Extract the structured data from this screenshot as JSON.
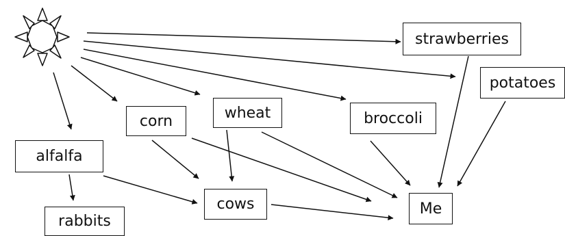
{
  "nodes": {
    "strawberries": "strawberries",
    "potatoes": "potatoes",
    "broccoli": "broccoli",
    "wheat": "wheat",
    "corn": "corn",
    "alfalfa": "alfalfa",
    "cows": "cows",
    "me": "Me",
    "rabbits": "rabbits"
  },
  "edges": [
    {
      "from": "sun",
      "to": "strawberries"
    },
    {
      "from": "sun",
      "to": "potatoes"
    },
    {
      "from": "sun",
      "to": "broccoli"
    },
    {
      "from": "sun",
      "to": "wheat"
    },
    {
      "from": "sun",
      "to": "corn"
    },
    {
      "from": "sun",
      "to": "alfalfa"
    },
    {
      "from": "alfalfa",
      "to": "rabbits"
    },
    {
      "from": "alfalfa",
      "to": "cows"
    },
    {
      "from": "corn",
      "to": "cows"
    },
    {
      "from": "corn",
      "to": "me"
    },
    {
      "from": "wheat",
      "to": "cows"
    },
    {
      "from": "wheat",
      "to": "me"
    },
    {
      "from": "broccoli",
      "to": "me"
    },
    {
      "from": "strawberries",
      "to": "me"
    },
    {
      "from": "potatoes",
      "to": "me"
    },
    {
      "from": "cows",
      "to": "me"
    }
  ],
  "colors": {
    "ink": "#111111",
    "background": "#ffffff"
  },
  "icons": {
    "sun": "sun-icon"
  }
}
